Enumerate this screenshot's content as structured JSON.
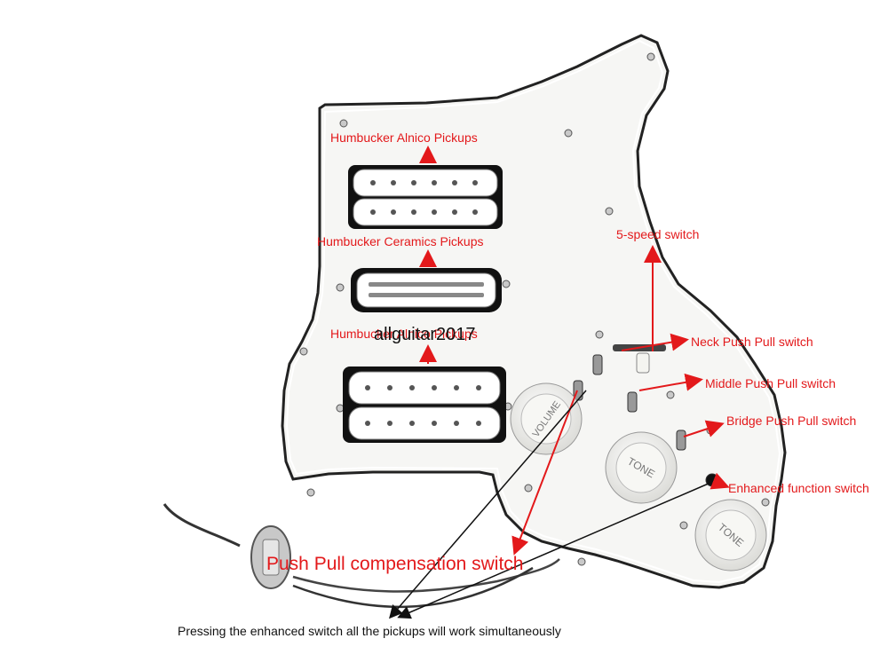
{
  "labels": {
    "humbucker_alnico": "Humbucker Alnico Pickups",
    "humbucker_ceramics": "Humbucker Ceramics Pickups",
    "humbucker_third": "Humbucker Alnico Pickups",
    "five_speed_switch": "5-speed switch",
    "neck_push_pull": "Neck Push Pull switch",
    "middle_push_pull": "Middle Push Pull switch",
    "bridge_push_pull": "Bridge Push Pull switch",
    "enhanced_function": "Enhanced function switch",
    "push_pull_compensation": "Push Pull compensation switch"
  },
  "watermark": "allguitar2017",
  "caption": "Pressing the enhanced switch all the pickups will work simultaneously",
  "knobs": {
    "volume": "VOLUME",
    "tone1": "TONE",
    "tone2": "TONE"
  },
  "colors": {
    "annotation": "#e3191b",
    "pickguard": "#f6f6f6",
    "background": "#ffffff"
  }
}
